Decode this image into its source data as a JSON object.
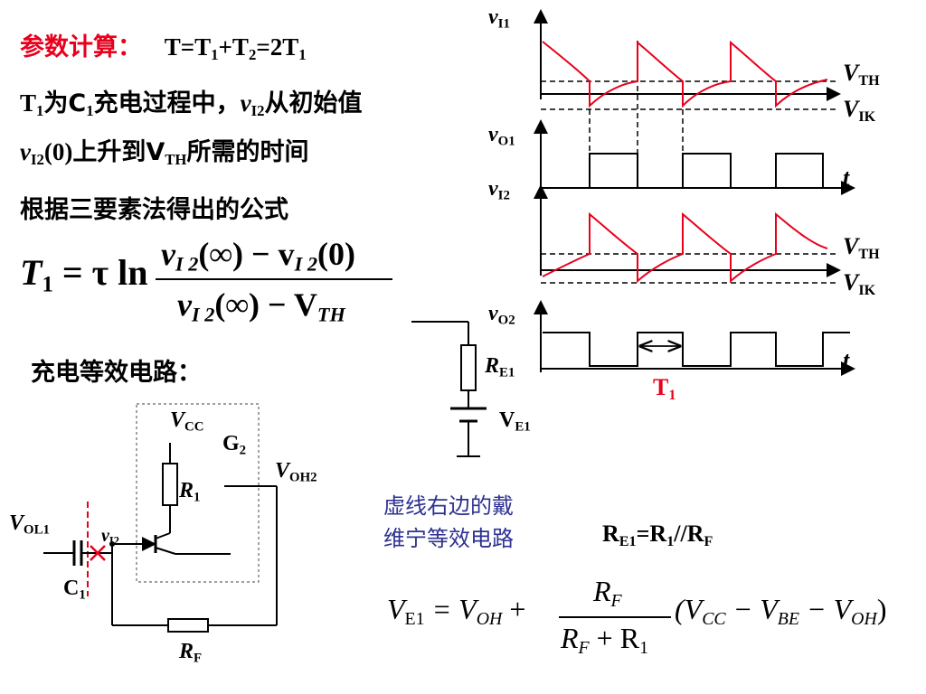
{
  "heading": {
    "label": "参数计算：",
    "formula_main": "T=T",
    "sub1": "1",
    "plus": "+T",
    "sub2": "2",
    "eq": "=2T",
    "sub3": "1"
  },
  "line2": {
    "t": "T",
    "t_sub": "1",
    "mid": "为C",
    "c_sub": "1",
    "rest": "充电过程中，",
    "v": "v",
    "v_sub": "I2",
    "tail": "从初始值"
  },
  "line3": {
    "v": "v",
    "v_sub": "I2",
    "paren": "(0)",
    "mid": "上升到V",
    "th_sub": "TH",
    "tail": "所需的时间"
  },
  "line4": "根据三要素法得出的公式",
  "formula_t1": {
    "lhs": "T",
    "lhs_sub": "1",
    "eq": "= τ ln",
    "num": "v",
    "num_sub": "I 2",
    "num_rest": "(∞) − v",
    "num_sub2": "I 2",
    "num_end": "(0)",
    "den": "v",
    "den_sub": "I 2",
    "den_rest": "(∞) − V",
    "den_sub2": "TH"
  },
  "charge_label": "充电等效电路：",
  "waveforms": {
    "vI1": {
      "v": "v",
      "sub": "I1"
    },
    "vO1": {
      "v": "v",
      "sub": "O1"
    },
    "vI2": {
      "v": "v",
      "sub": "I2"
    },
    "vO2": {
      "v": "v",
      "sub": "O2"
    },
    "vth": {
      "v": "V",
      "sub": "TH"
    },
    "vik": {
      "v": "V",
      "sub": "IK"
    },
    "t": "t",
    "t1": {
      "t": "T",
      "sub": "1"
    }
  },
  "thevenin": {
    "re1": {
      "r": "R",
      "sub": "E1"
    },
    "ve1": {
      "v": "V",
      "sub": "E1"
    }
  },
  "circuit": {
    "vcc": {
      "v": "V",
      "sub": "CC"
    },
    "g2": {
      "g": "G",
      "sub": "2"
    },
    "voh2": {
      "v": "V",
      "sub": "OH2"
    },
    "r1": {
      "r": "R",
      "sub": "1"
    },
    "vol1": {
      "v": "V",
      "sub": "OL1"
    },
    "vi2": {
      "v": "v",
      "sub": "I2"
    },
    "c1": {
      "c": "C",
      "sub": "1"
    },
    "rf": {
      "r": "R",
      "sub": "F"
    }
  },
  "note": {
    "line1": "虚线右边的戴",
    "line2": "维宁等效电路"
  },
  "re1_formula": {
    "a": "R",
    "a_sub": "E1",
    "b": "=R",
    "b_sub": "1",
    "c": "//R",
    "c_sub": "F"
  },
  "ve1_formula": {
    "lhs": "V",
    "lhs_sub": "E1",
    "eq": "= V",
    "oh_sub": "OH",
    "plus": "+",
    "num": "R",
    "num_sub": "F",
    "den_a": "R",
    "den_a_sub": "F",
    "den_plus": " + R",
    "den_b_sub": "1",
    "paren": "(V",
    "cc_sub": "CC",
    "m1": " − V",
    "be_sub": "BE",
    "m2": " − V",
    "oh2_sub": "OH",
    "close": ")"
  },
  "colors": {
    "accent": "#e8001c",
    "note": "#2e3192",
    "wave": "#e8001c"
  }
}
